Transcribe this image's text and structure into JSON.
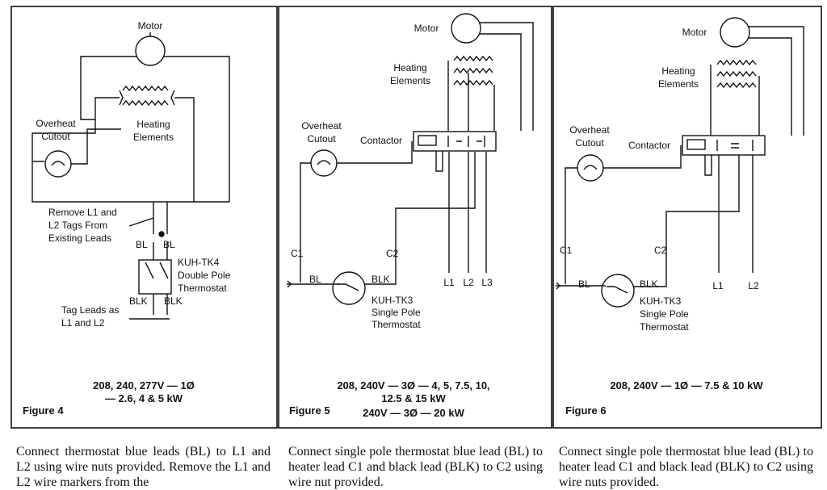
{
  "figures": [
    {
      "label": "Figure 4",
      "motor": "Motor",
      "heating": [
        "Heating",
        "Elements"
      ],
      "overheat": [
        "Overheat",
        "Cutout"
      ],
      "remove_note": [
        "Remove L1 and",
        "L2 Tags From",
        "Existing Leads"
      ],
      "bl_left": "BL",
      "bl_right": "BL",
      "thermostat": [
        "KUH-TK4",
        "Double Pole",
        "Thermostat"
      ],
      "blk_left": "BLK",
      "blk_right": "BLK",
      "tag_note": [
        "Tag Leads as",
        "L1 and L2"
      ],
      "rating": [
        "208, 240, 277V — 1Ø",
        "— 2.6, 4 & 5 kW"
      ]
    },
    {
      "label": "Figure 5",
      "motor": "Motor",
      "heating": [
        "Heating",
        "Elements"
      ],
      "overheat": [
        "Overheat",
        "Cutout"
      ],
      "contactor": "Contactor",
      "c1": "C1",
      "c2": "C2",
      "bl": "BL",
      "blk": "BLK",
      "thermostat": [
        "KUH-TK3",
        "Single Pole",
        "Thermostat"
      ],
      "lines": [
        "L1",
        "L2",
        "L3"
      ],
      "rating": [
        "208, 240V — 3Ø — 4, 5, 7.5, 10,",
        "12.5 & 15 kW",
        "240V — 3Ø — 20 kW"
      ]
    },
    {
      "label": "Figure 6",
      "motor": "Motor",
      "heating": [
        "Heating",
        "Elements"
      ],
      "overheat": [
        "Overheat",
        "Cutout"
      ],
      "contactor": "Contactor",
      "c1": "C1",
      "c2": "C2",
      "bl": "BL",
      "blk": "BLK",
      "thermostat": [
        "KUH-TK3",
        "Single Pole",
        "Thermostat"
      ],
      "lines": [
        "L1",
        "L2"
      ],
      "rating": [
        "208, 240V — 1Ø — 7.5 & 10 kW"
      ]
    }
  ],
  "descriptions": [
    "Connect thermostat blue leads (BL) to L1 and L2 using wire nuts provided. Remove the L1 and L2 wire markers from the",
    "Connect single pole thermostat blue lead (BL) to heater lead C1 and black lead (BLK) to C2 using wire nut provided.",
    "Connect single pole thermostat blue lead (BL) to heater lead C1 and black lead (BLK) to C2 using wire nuts provided."
  ]
}
